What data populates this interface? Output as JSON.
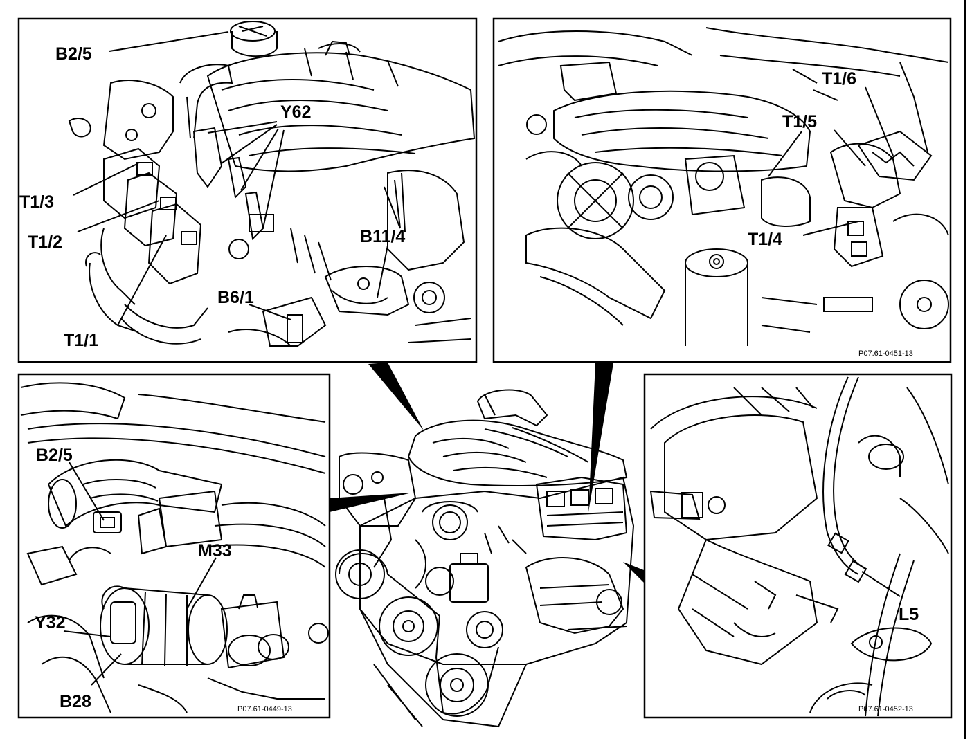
{
  "panels": {
    "top_left": {
      "labels": [
        "B2/5",
        "Y62",
        "T1/3",
        "T1/2",
        "B11/4",
        "B6/1",
        "T1/1"
      ]
    },
    "top_right": {
      "labels": [
        "T1/6",
        "T1/5",
        "T1/4"
      ],
      "figure_code": "P07.61-0451-13"
    },
    "bottom_left": {
      "labels": [
        "B2/5",
        "M33",
        "Y32",
        "B28"
      ],
      "figure_code": "P07.61-0449-13"
    },
    "bottom_right": {
      "labels": [
        "L5"
      ],
      "figure_code": "P07.61-0452-13"
    }
  }
}
